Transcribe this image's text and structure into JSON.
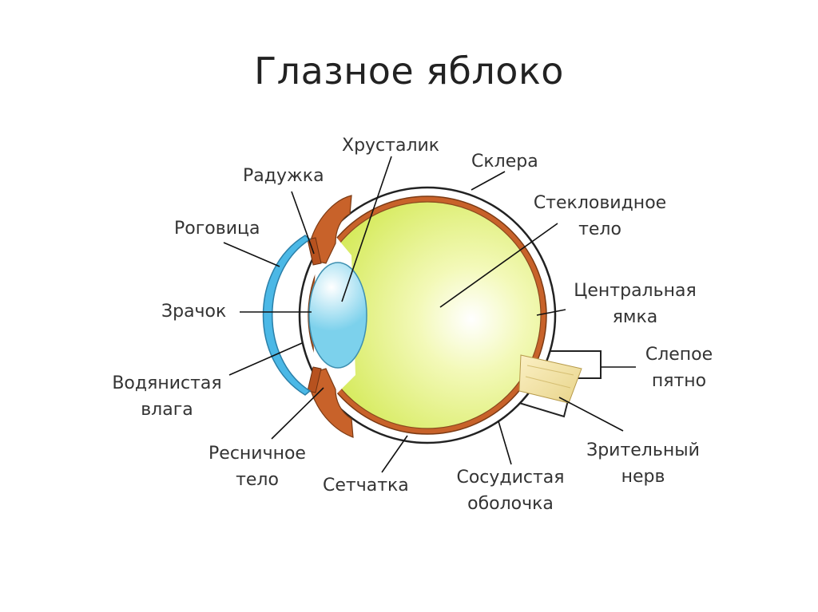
{
  "title": "Глазное яблоко",
  "labels": {
    "lens": "Хрусталик",
    "sclera": "Склера",
    "iris": "Радужка",
    "cornea": "Роговица",
    "vitreous": [
      "Стекловидное",
      "тело"
    ],
    "fovea": [
      "Центральная",
      "ямка"
    ],
    "pupil": "Зрачок",
    "blind_spot": [
      "Слепое",
      "пятно"
    ],
    "aqueous": [
      "Водянистая",
      "влага"
    ],
    "optic_nerve": [
      "Зрительный",
      "нерв"
    ],
    "ciliary": [
      "Ресничное",
      "тело"
    ],
    "retina": "Сетчатка",
    "choroid": [
      "Сосудистая",
      "оболочка"
    ]
  },
  "colors": {
    "sclera": "#ffffff",
    "choroid": "#c8622a",
    "vitreous_center": "#ffffff",
    "vitreous_edge": "#d7ec5f",
    "lens": "#7fd3ee",
    "cornea": "#4bb8e6",
    "nerve": "#f0dd9a"
  }
}
